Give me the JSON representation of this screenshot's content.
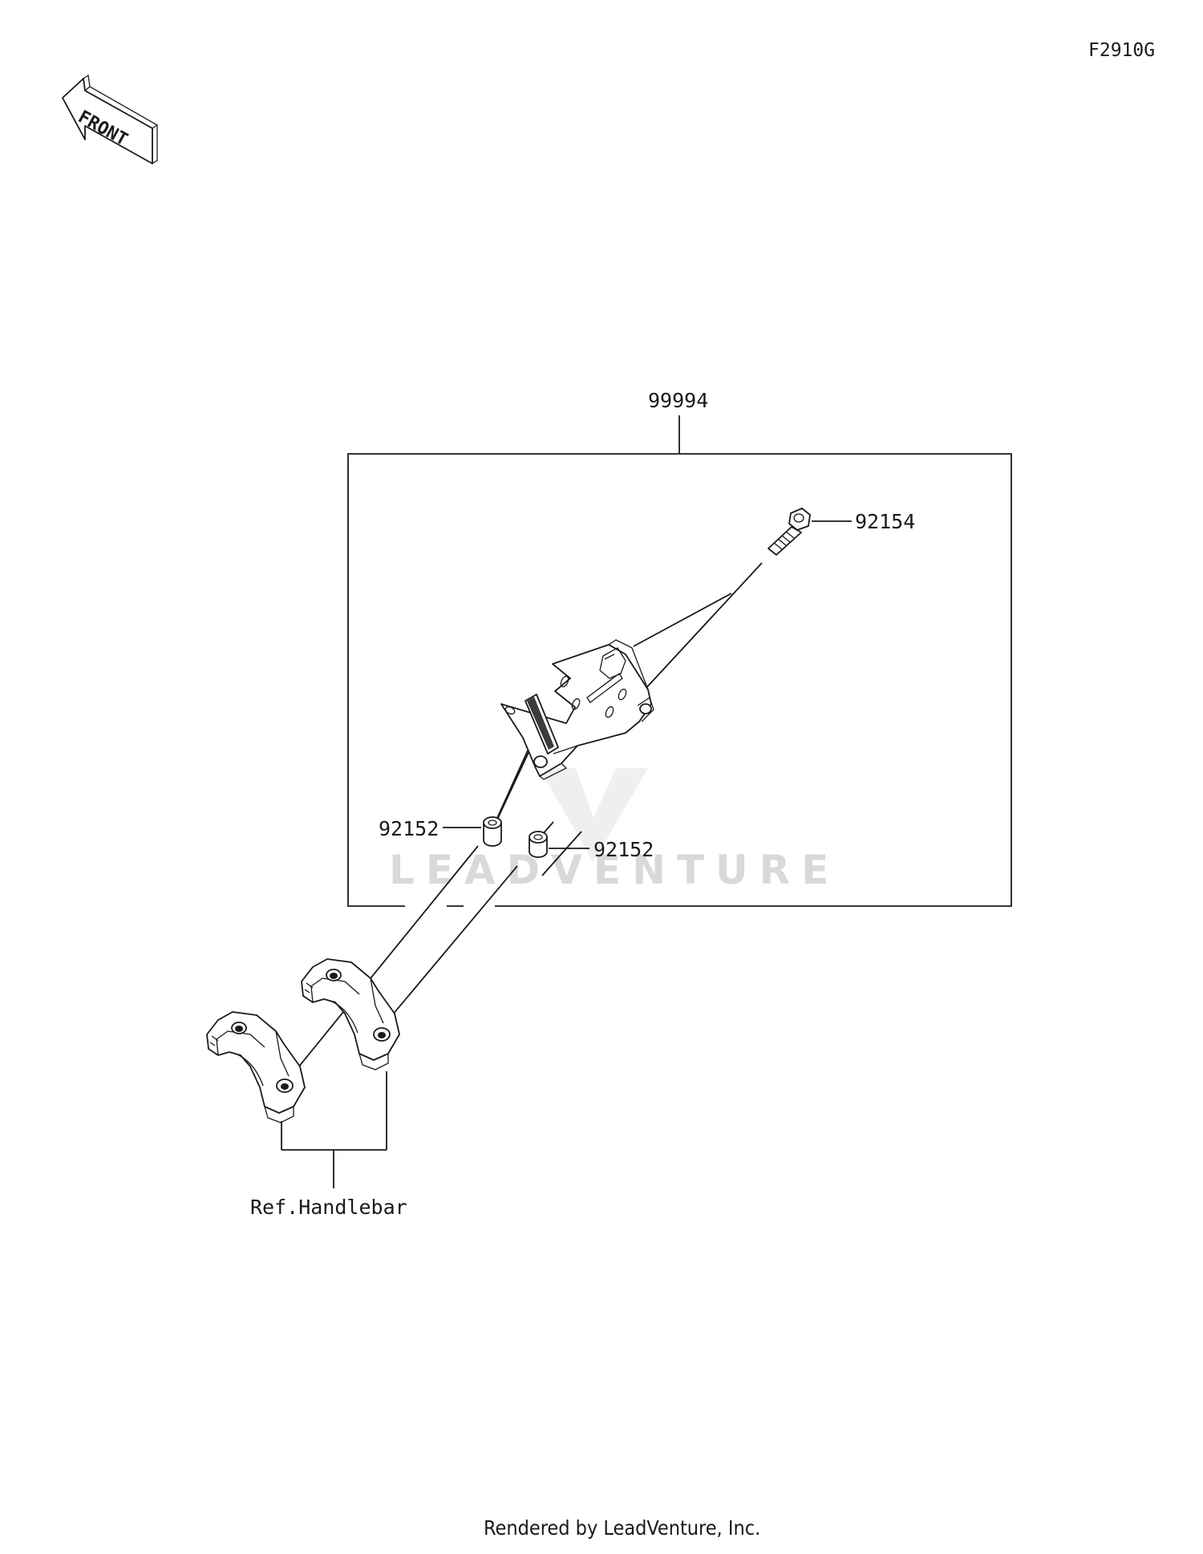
{
  "diagram_code": "F2910G",
  "front_arrow_label": "FRONT",
  "assembly_part_number": "99994",
  "parts": {
    "bolt": "92154",
    "collar_left": "92152",
    "collar_right": "92152"
  },
  "reference_label": "Ref.Handlebar",
  "watermark_text": "LEADVENTURE",
  "footer_text": "Rendered by LeadVenture, Inc."
}
